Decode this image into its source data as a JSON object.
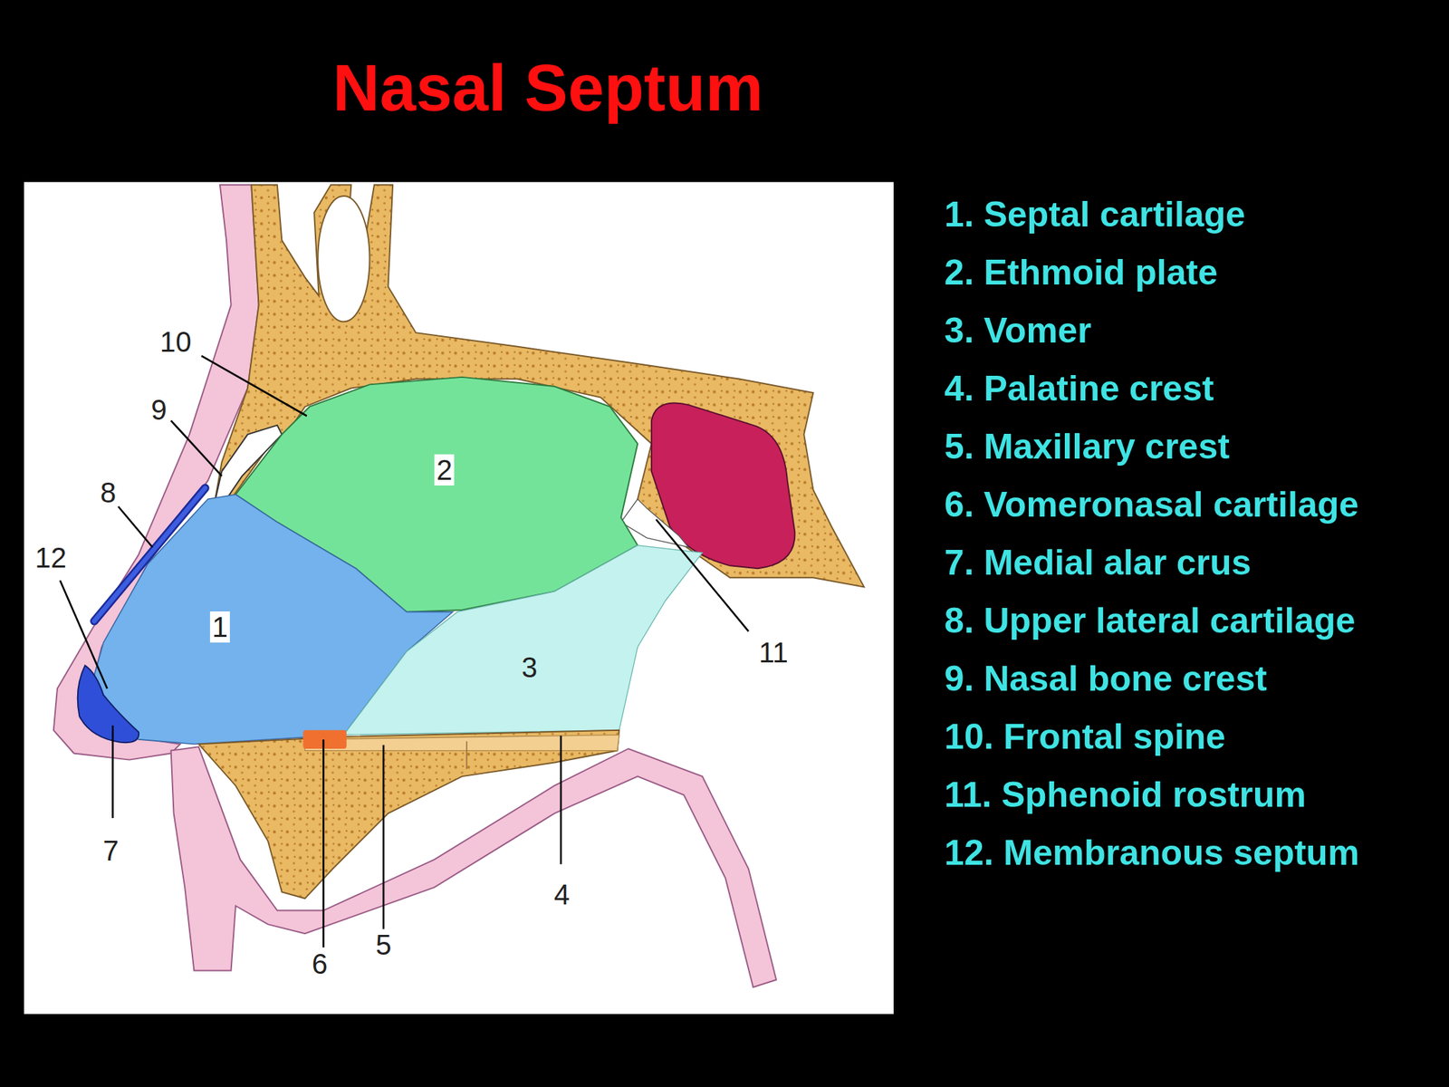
{
  "diagram": {
    "title": "Nasal Septum",
    "labels": [
      "10",
      "9",
      "8",
      "12",
      "1",
      "2",
      "3",
      "11",
      "7",
      "6",
      "5",
      "4",
      "1. Septal cartilage",
      "2. Ethmoid plate",
      "3. Vomer",
      "4. Palatine crest",
      "5. Maxillary crest",
      "6. Vomeronasal cartilage",
      "7. Medial alar crus",
      "8. Upper lateral cartilage",
      "9. Nasal bone crest",
      "10. Frontal spine",
      "11. Sphenoid rostrum",
      "12. Membranous septum"
    ]
  }
}
